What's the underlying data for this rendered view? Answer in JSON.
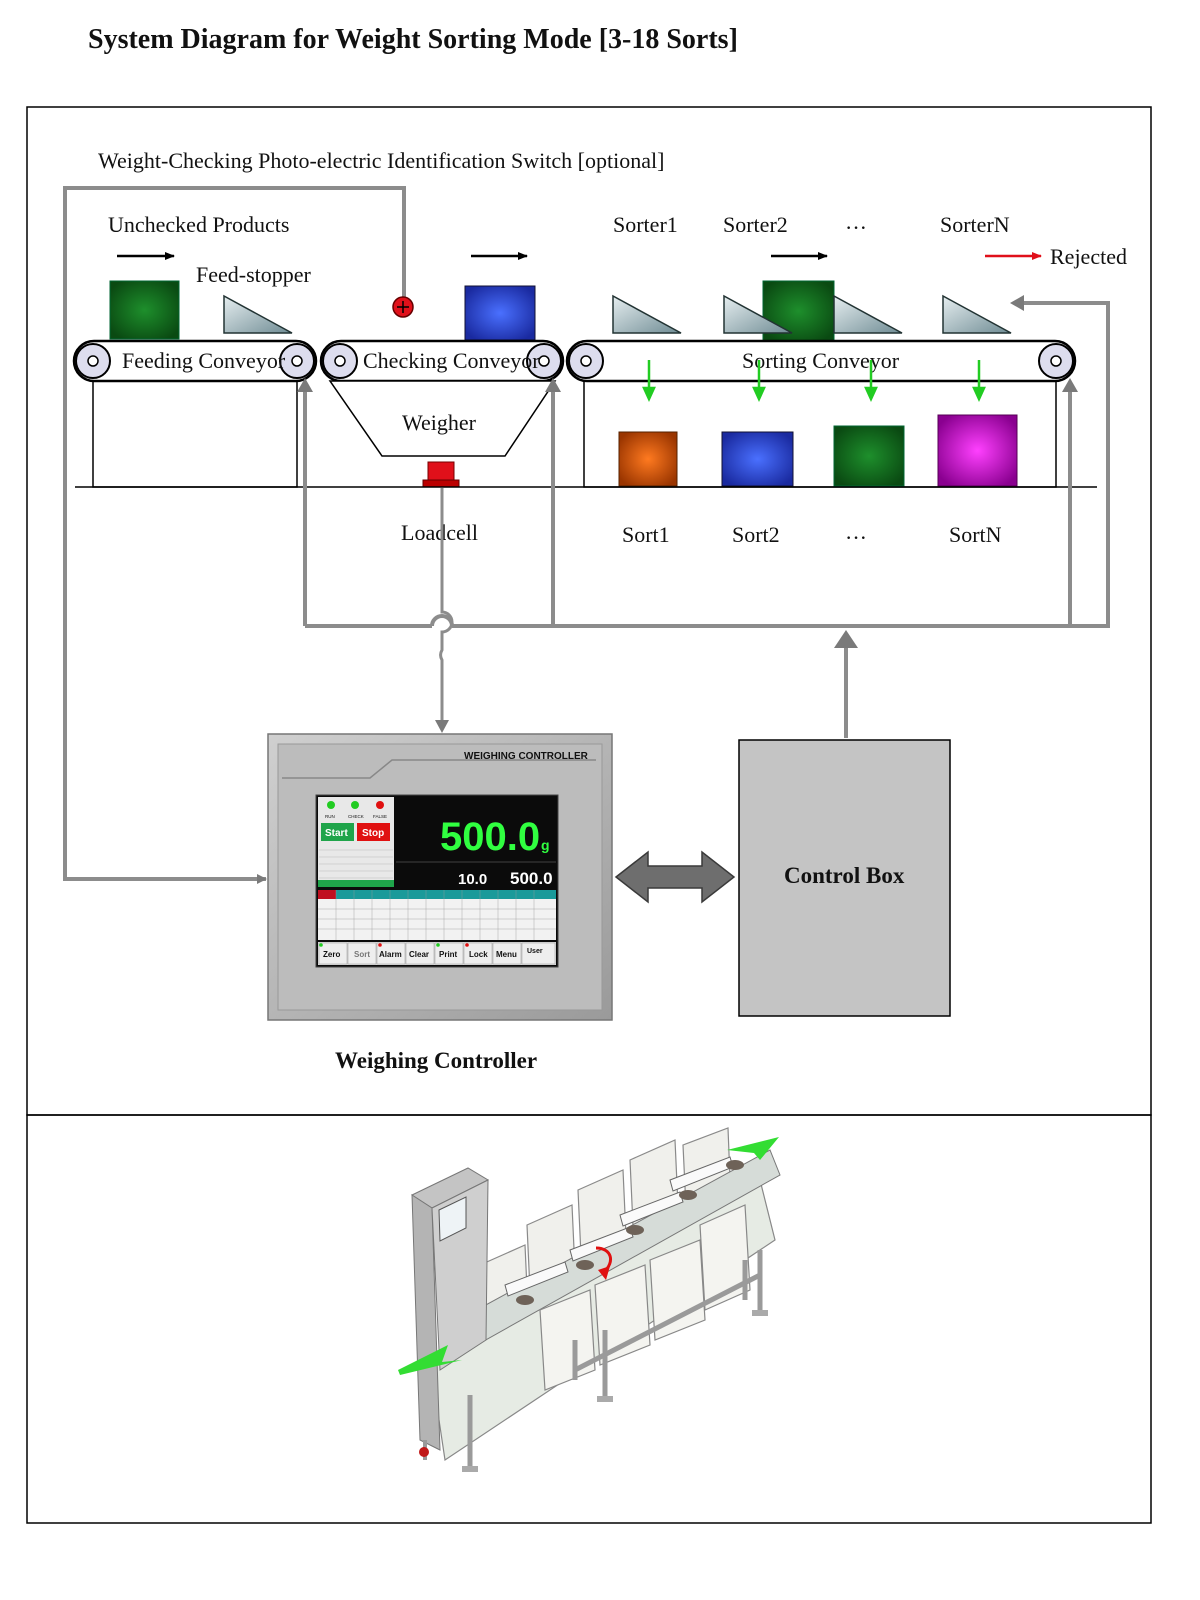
{
  "title": "System Diagram for Weight Sorting Mode [3-18 Sorts]",
  "labels": {
    "photo_switch": "Weight-Checking Photo-electric Identification Switch [optional]",
    "unchecked_products": "Unchecked Products",
    "feed_stopper": "Feed-stopper",
    "feeding_conveyor": "Feeding Conveyor",
    "checking_conveyor": "Checking Conveyor",
    "sorting_conveyor": "Sorting Conveyor",
    "weigher": "Weigher",
    "loadcell": "Loadcell",
    "sorter1": "Sorter1",
    "sorter2": "Sorter2",
    "sorter_ellipsis": "···",
    "sorterN": "SorterN",
    "rejected": "Rejected",
    "sort1": "Sort1",
    "sort2": "Sort2",
    "sort_ellipsis": "···",
    "sortN": "SortN",
    "control_box": "Control Box",
    "weighing_controller": "Weighing Controller"
  },
  "controller_screen": {
    "brand_label": "WEIGHING CONTROLLER",
    "indicators": [
      "RUN",
      "CHECK",
      "FALSE"
    ],
    "start_button": "Start",
    "stop_button": "Stop",
    "main_weight": "500.0",
    "main_unit": "g",
    "sub_value_1": "10.0",
    "sub_value_2": "500.0",
    "bottom_buttons": [
      "Zero",
      "Sort",
      "Alarm",
      "Clear",
      "Print",
      "Lock",
      "Menu",
      "User"
    ]
  },
  "colors": {
    "product_green": "#0f6b1a",
    "product_blue": "#2040d0",
    "sort1": "#d0520a",
    "sort2": "#2a55d0",
    "sort3": "#0f6b1a",
    "sortN": "#c010c8",
    "rejected_arrow": "#e0101a",
    "drop_arrow": "#22cc22",
    "line_gray": "#8c8c8c"
  }
}
